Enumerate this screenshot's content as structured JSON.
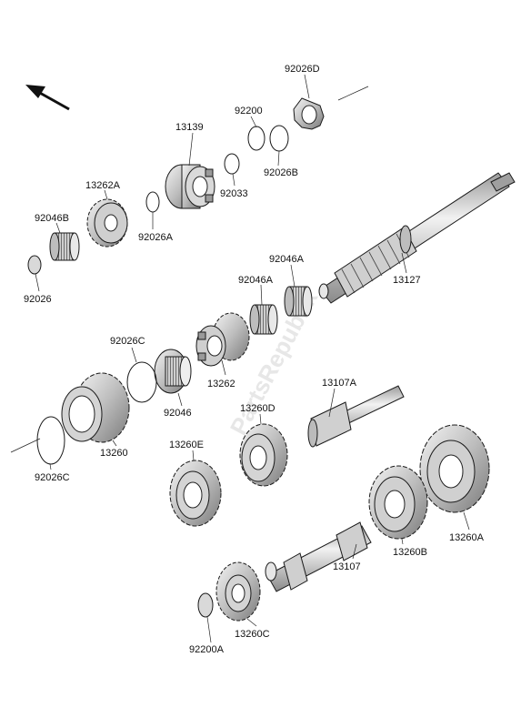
{
  "watermark": "PartsRepublik",
  "labels": {
    "p92026D": "92026D",
    "p92200": "92200",
    "p13139": "13139",
    "p92026B": "92026B",
    "p92033": "92033",
    "p13262A": "13262A",
    "p92046B": "92046B",
    "p92026A": "92026A",
    "p92026": "92026",
    "p92046A_1": "92046A",
    "p92046A_2": "92046A",
    "p13127": "13127",
    "p92026C_1": "92026C",
    "p13262": "13262",
    "p92046": "92046",
    "p13107A": "13107A",
    "p13260": "13260",
    "p13260D": "13260D",
    "p13260E": "13260E",
    "p92026C_2": "92026C",
    "p13107": "13107",
    "p13260B": "13260B",
    "p13260A": "13260A",
    "p13260C": "13260C",
    "p92200A": "92200A"
  }
}
